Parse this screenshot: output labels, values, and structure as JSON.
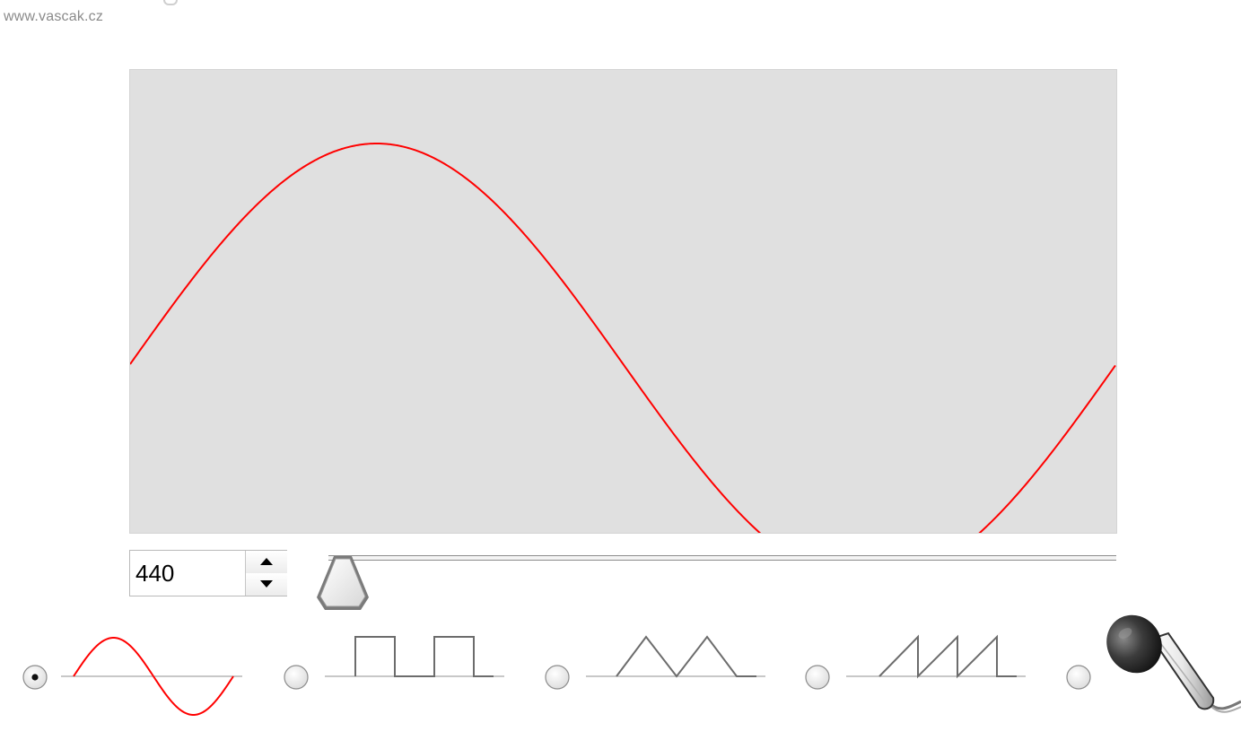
{
  "site": {
    "url_label": "www.vascak.cz"
  },
  "oscilloscope": {
    "waveform": "sine",
    "cycles_visible": 1,
    "background_color": "#e0e0e0",
    "trace_color": "#ff0000"
  },
  "frequency": {
    "value": "440",
    "stepper_up": "increase-frequency",
    "stepper_down": "decrease-frequency"
  },
  "frequency_slider": {
    "position_fraction": 0.0
  },
  "wave_options": [
    {
      "id": "sine",
      "selected": true,
      "icon": "sine-wave-icon",
      "color": "#ff0000"
    },
    {
      "id": "square",
      "selected": false,
      "icon": "square-wave-icon",
      "color": "#666666"
    },
    {
      "id": "triangle",
      "selected": false,
      "icon": "triangle-wave-icon",
      "color": "#666666"
    },
    {
      "id": "sawtooth",
      "selected": false,
      "icon": "sawtooth-wave-icon",
      "color": "#666666"
    },
    {
      "id": "microphone",
      "selected": false,
      "icon": "microphone-icon",
      "color": "#333333"
    }
  ]
}
